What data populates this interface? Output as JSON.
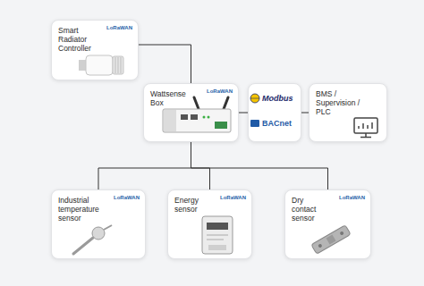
{
  "diagram": {
    "nodes": [
      {
        "text": [
          "Smart Radiator Controller"
        ]
      },
      {
        "text": [
          "Wattsense Box"
        ]
      },
      {
        "text": [
          "Modbus",
          "BACnet"
        ]
      },
      {
        "text": [
          "BMS / Supervision / PLC"
        ]
      },
      {
        "text": [
          "Industrial temperature sensor"
        ]
      },
      {
        "text": [
          "Energy sensor"
        ]
      },
      {
        "text": [
          "Dry contact sensor"
        ]
      }
    ],
    "edges": [
      {
        "from": 0,
        "to": 1,
        "arrow": "none"
      },
      {
        "from": 1,
        "to": 2,
        "arrow": "none"
      },
      {
        "from": 2,
        "to": 3,
        "arrow": "none"
      },
      {
        "from": 1,
        "to": 4,
        "arrow": "none"
      },
      {
        "from": 1,
        "to": 5,
        "arrow": "none"
      },
      {
        "from": 1,
        "to": 6,
        "arrow": "none"
      }
    ],
    "labels": [
      "LoRaWAN",
      "LoRaWAN",
      "LoRaWAN",
      "LoRaWAN",
      "LoRaWAN"
    ]
  }
}
